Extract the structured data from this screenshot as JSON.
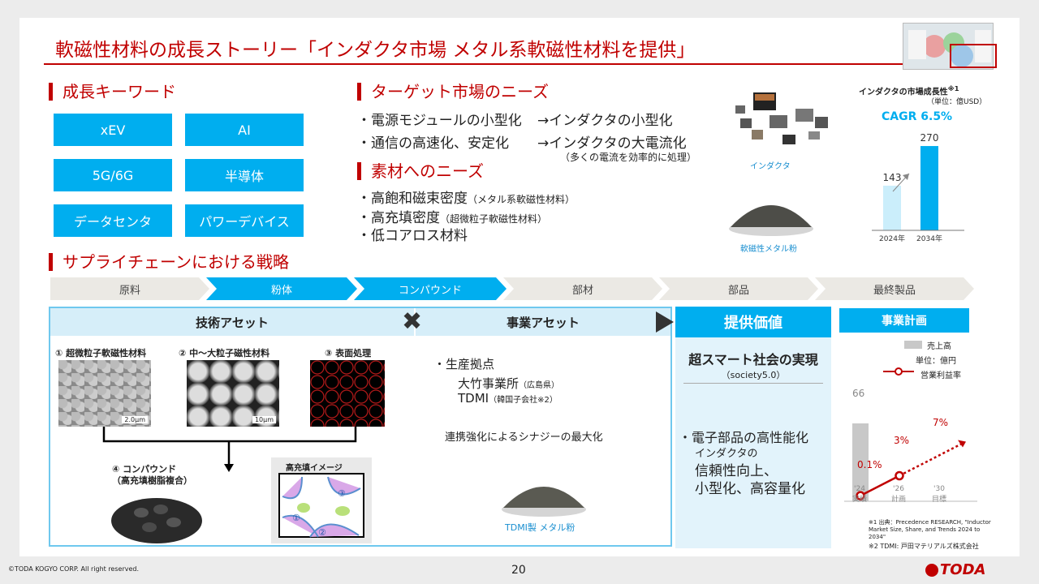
{
  "title": "軟磁性材料の成長ストーリー「インダクタ市場 メタル系軟磁性材料を提供」",
  "keywords": {
    "heading": "成長キーワード",
    "items": [
      "xEV",
      "AI",
      "5G/6G",
      "半導体",
      "データセンタ",
      "パワーデバイス"
    ]
  },
  "market": {
    "heading": "ターゲット市場のニーズ",
    "line1a": "・電源モジュールの小型化",
    "line1b": "→インダクタの小型化",
    "line2a": "・通信の高速化、安定化",
    "line2b": "→インダクタの大電流化",
    "line2c": "（多くの電流を効率的に処理）"
  },
  "material": {
    "heading": "素材へのニーズ",
    "items": [
      {
        "main": "・高飽和磁束密度",
        "note": "（メタル系軟磁性材料）"
      },
      {
        "main": "・高充填密度",
        "note": "（超微粒子軟磁性材料）"
      },
      {
        "main": "・低コアロス材料",
        "note": ""
      }
    ]
  },
  "images": {
    "inductor": "インダクタ",
    "powder": "軟磁性メタル粉"
  },
  "cagr_chart": {
    "title": "インダクタの市場成長性",
    "title_note": "※1",
    "unit": "（単位：億USD）",
    "cagr": "CAGR 6.5%"
  },
  "chart_data": [
    {
      "type": "bar",
      "title": "インダクタの市場成長性",
      "categories": [
        "2024年",
        "2034年"
      ],
      "values": [
        143,
        270
      ],
      "unit": "（単位：億USD）",
      "annotation": "CAGR 6.5%"
    },
    {
      "type": "bar",
      "title": "事業計画",
      "categories": [
        "'24 実績",
        "'26 計画",
        "'30 目標"
      ],
      "series": [
        {
          "name": "売上高",
          "values": [
            66,
            null,
            null
          ]
        },
        {
          "name": "営業利益率",
          "type": "line",
          "values": [
            0.1,
            3,
            7
          ],
          "labels": [
            "0.1%",
            "3%",
            "7%"
          ]
        }
      ],
      "unit": "単位：億円"
    }
  ],
  "supply": {
    "heading": "サプライチェーンにおける戦略",
    "steps": [
      "原料",
      "粉体",
      "コンパウンド",
      "部材",
      "部品",
      "最終製品"
    ]
  },
  "tech": {
    "heading": "技術アセット",
    "p1": "① 超微粒子軟磁性材料",
    "p2": "② 中～大粒子磁性材料",
    "p3": "③ 表面処理",
    "scale1": "2.0μm",
    "scale2": "10μm",
    "p4a": "④ コンパウンド",
    "p4b": "（高充填樹脂複合）",
    "image_title": "高充填イメージ",
    "n1": "①",
    "n2": "②",
    "n3": "③"
  },
  "business": {
    "heading": "事業アセット",
    "b1": "・生産拠点",
    "b2": "大竹事業所",
    "b2n": "（広島県）",
    "b3": "TDMI",
    "b3n": "（韓国子会社※2）",
    "b4": "連携強化によるシナジーの最大化",
    "photo": "TDMI製 メタル粉"
  },
  "value": {
    "heading": "提供価値",
    "v1": "超スマート社会の実現",
    "v2": "（society5.0）",
    "v3": "・電子部品の高性能化",
    "v4": "インダクタの",
    "v5": "信頼性向上、",
    "v6": "小型化、高容量化"
  },
  "plan": {
    "heading": "事業計画",
    "legend_sales": "売上高",
    "unit": "単位：億円",
    "legend_margin": "営業利益率",
    "bar_label": "66",
    "l1": "0.1%",
    "l2": "3%",
    "l3": "7%",
    "x1a": "'24",
    "x1b": "実績",
    "x2a": "'26",
    "x2b": "計画",
    "x3a": "'30",
    "x3b": "目標"
  },
  "notes": {
    "n1": "※1 出典：Precedence RESEARCH, \"Inductor Market Size, Share, and Trends 2024 to 2034\"",
    "n2": "※2 TDMI: 戸田マテリアルズ株式会社"
  },
  "footer": {
    "copyright": "©TODA KOGYO CORP. All right reserved.",
    "page": "20",
    "logo": "TODA"
  },
  "colors": {
    "accent": "#c00000",
    "blue": "#00aeef"
  }
}
